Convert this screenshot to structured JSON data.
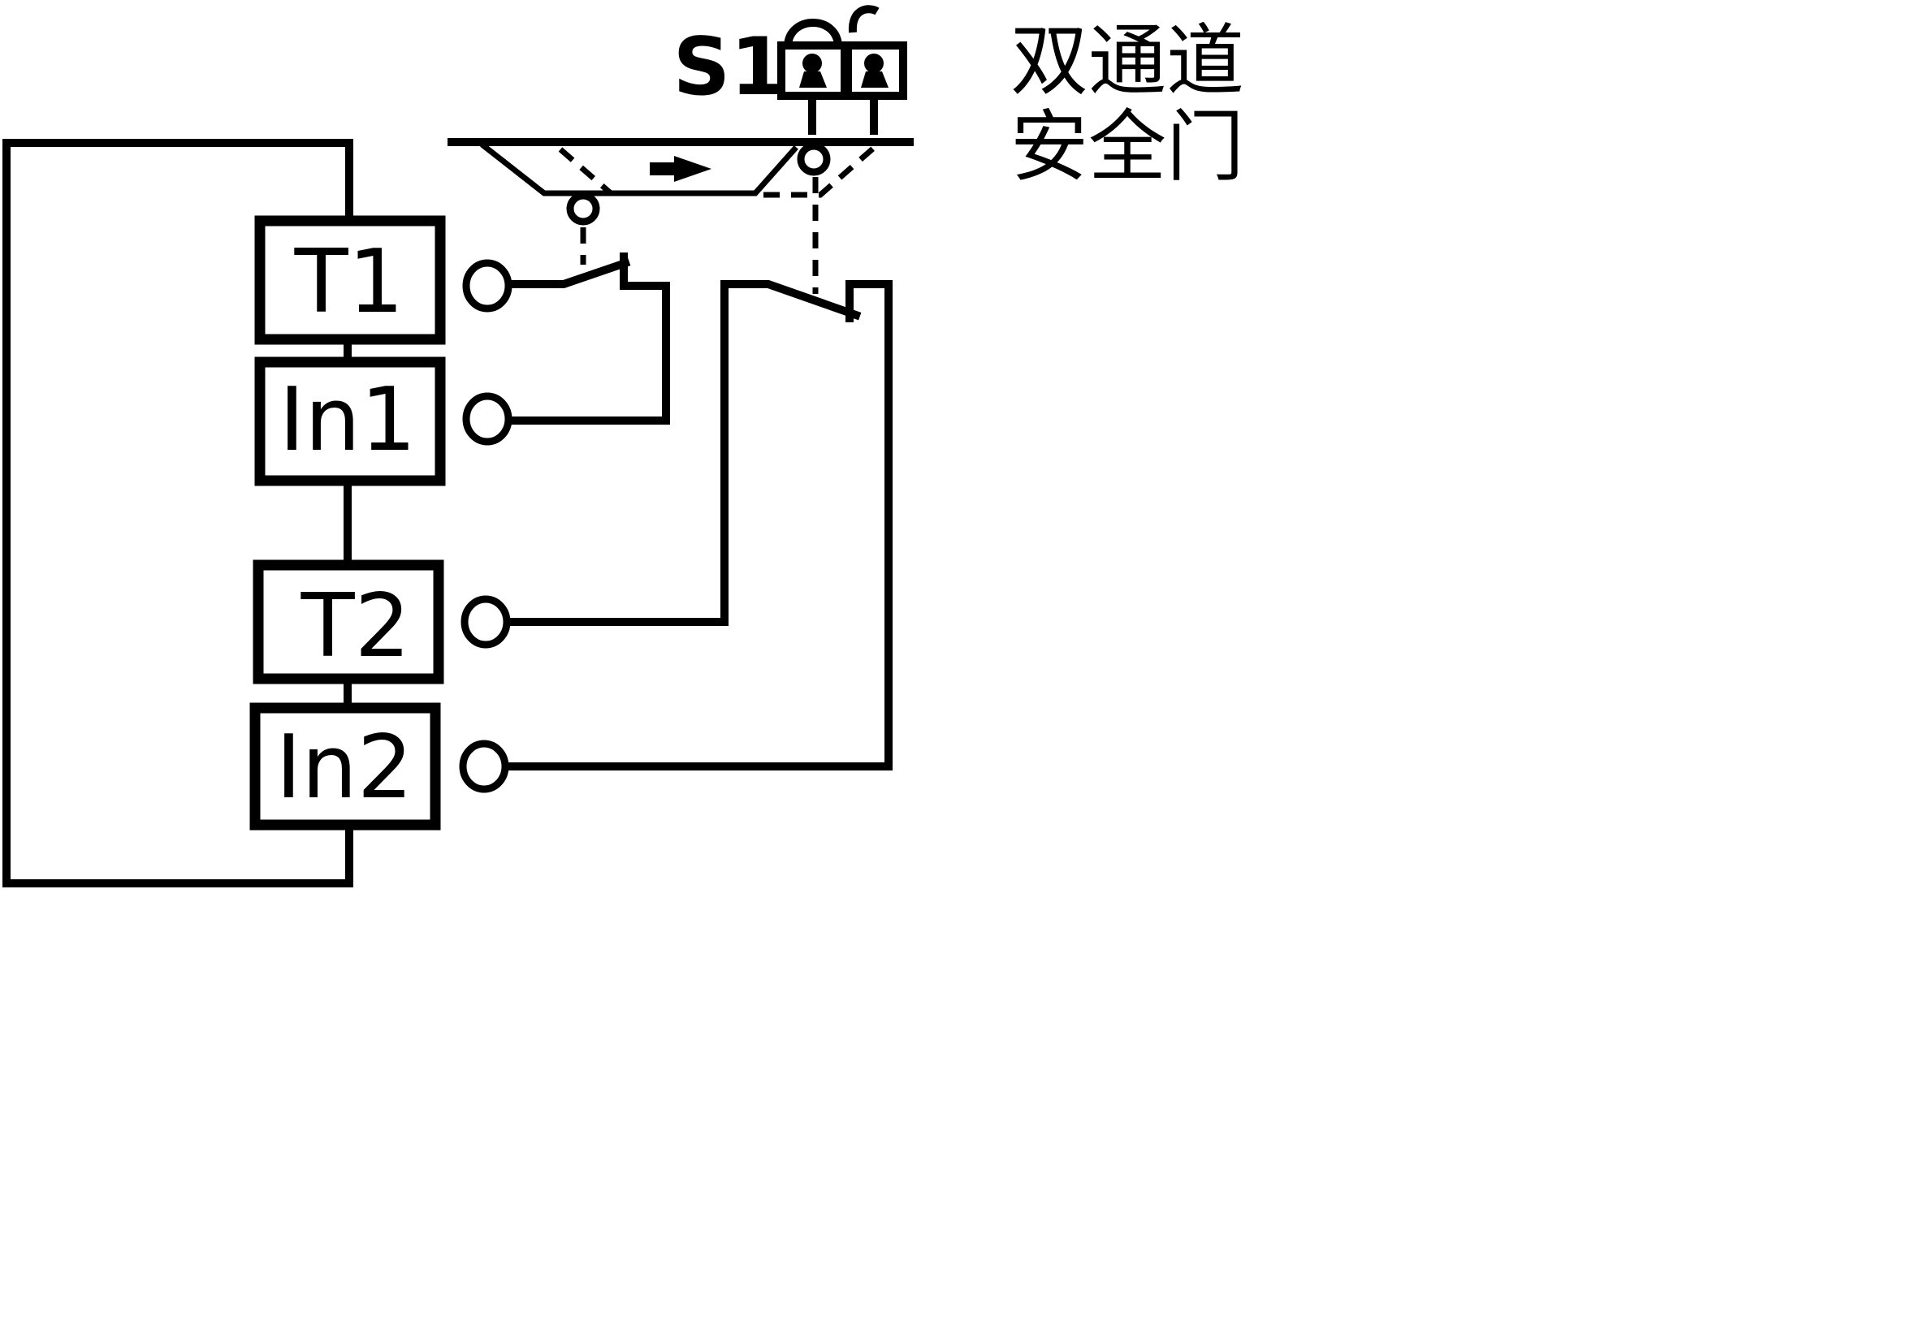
{
  "title": {
    "line1": "双通道",
    "line2": "安全门"
  },
  "switch": {
    "label": "S1"
  },
  "blocks": {
    "t1": "T1",
    "in1": "In1",
    "t2": "T2",
    "in2": "In2"
  },
  "icons": [
    "padlock-closed-icon",
    "padlock-open-icon",
    "direction-arrow-icon"
  ]
}
